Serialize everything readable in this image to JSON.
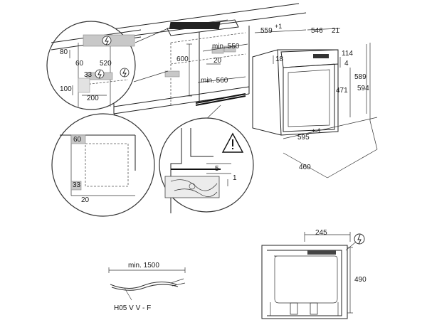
{
  "labels": {
    "d_559": "559",
    "d_559_sup": "+1",
    "d_546": "546",
    "d_21": "21",
    "d_18": "18",
    "d_114": "114",
    "d_4": "4",
    "d_589": "589",
    "d_594": "594",
    "d_471": "471",
    "d_595": "595",
    "d_595_sup": "+-1",
    "d_460": "460",
    "d_min550": "min. 550",
    "d_20a": "20",
    "d_min560": "min. 560",
    "d_600": "600",
    "d_80": "80",
    "d_60a": "60",
    "d_520": "520",
    "d_33a": "33",
    "d_100": "100",
    "d_200": "200",
    "d_60b": "60",
    "d_33b": "33",
    "d_20b": "20",
    "d_5": "5",
    "d_1": "1",
    "d_245": "245",
    "d_490": "490",
    "d_min1500": "min. 1500",
    "cable_type": "H05 V V - F"
  },
  "icons": {
    "plug": "plug-icon",
    "warning": "warning-triangle-icon"
  }
}
